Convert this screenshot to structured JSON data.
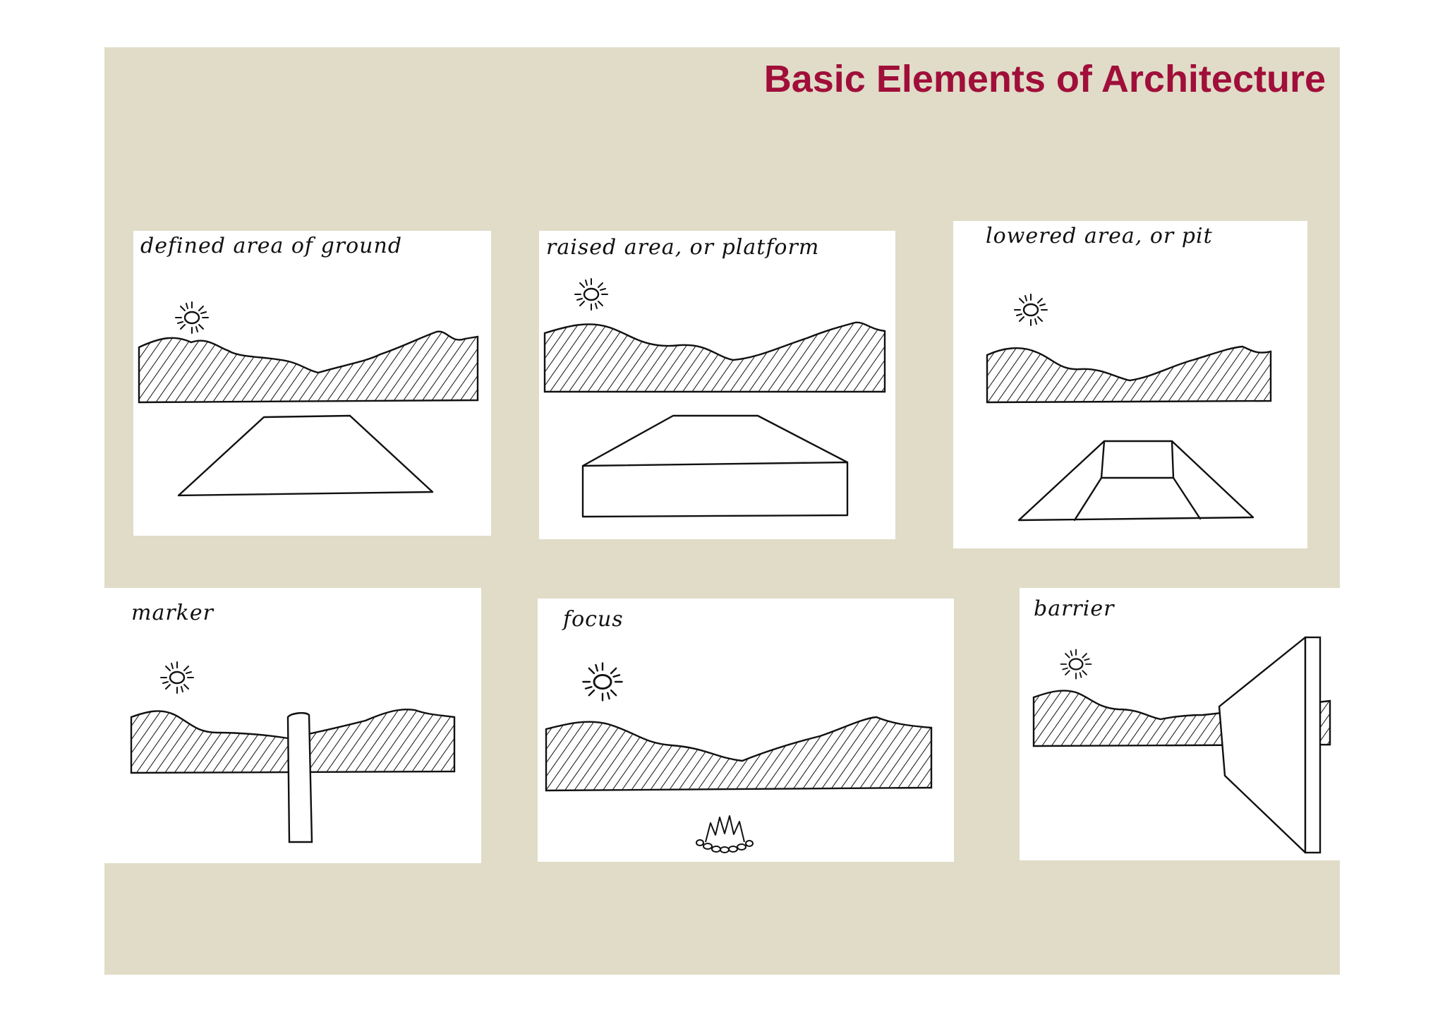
{
  "slide": {
    "title": "Basic Elements of Architecture",
    "title_color": "#a00e3a",
    "background_color": "#e0dcc8"
  },
  "panels": [
    {
      "caption": "defined area of ground",
      "icon": "sun-icon"
    },
    {
      "caption": "raised area, or platform",
      "icon": "sun-icon"
    },
    {
      "caption": "lowered area, or pit",
      "icon": "sun-icon"
    },
    {
      "caption": "marker",
      "icon": "sun-icon"
    },
    {
      "caption": "focus",
      "icon": "sun-icon"
    },
    {
      "caption": "barrier",
      "icon": "sun-icon"
    }
  ]
}
